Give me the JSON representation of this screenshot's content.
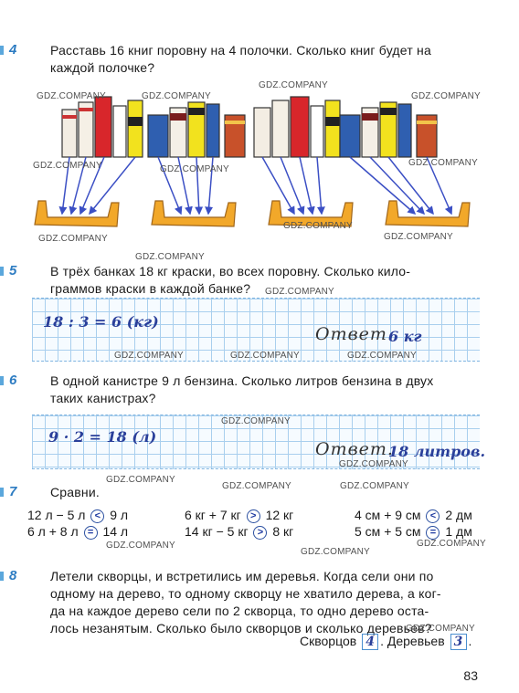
{
  "watermark": "GDZ.COMPANY",
  "tasks": [
    {
      "number": "4",
      "line1": "Расставь  16  книг  поровну  на  4  полочки.  Сколько  книг  будет  на",
      "line2": "каждой  полочке?"
    },
    {
      "number": "5",
      "line1": "В  трёх  банках  18  кг  краски,  во  всех  поровну.  Сколько  кило-",
      "line2": "граммов  краски  в  каждой  банке?",
      "solution": "18 : 3 = 6 (кг)",
      "answer_label": "Ответ.",
      "answer_value": "6 кг"
    },
    {
      "number": "6",
      "line1": "В  одной  канистре  9  л  бензина.  Сколько  литров  бензина  в  двух",
      "line2": "таких  канистрах?",
      "solution": "9  · 2 = 18 (л)",
      "answer_label": "Ответ.",
      "answer_value": "18 литров."
    },
    {
      "number": "7",
      "line1": "Сравни."
    },
    {
      "number": "8",
      "line1": "Летели  скворцы,  и  встретились  им  деревья.  Когда  сели  они  по",
      "line2": "одному  на  дерево,  то  одному  скворцу  не  хватило  дерева,  а  ког-",
      "line3": "да  на  каждое  дерево  сели  по  2  скворца,  то  одно  дерево  оста-",
      "line4": "лось  незанятым.  Сколько  было  скворцов  и  сколько  деревьев?",
      "starlings_label": "Скворцов",
      "starlings_value": "4",
      "separator": ".",
      "trees_label": "Деревьев",
      "trees_value": "3",
      "end": "."
    }
  ],
  "comparisons": [
    {
      "left": "12 л − 5 л",
      "sign": "<",
      "right": "9 л"
    },
    {
      "left": "6 кг + 7 кг",
      "sign": ">",
      "right": "12 кг"
    },
    {
      "left": "4 см + 9 см",
      "sign": "<",
      "right": "2 дм"
    },
    {
      "left": "6 л + 8 л",
      "sign": "=",
      "right": "14 л"
    },
    {
      "left": "14 кг − 5 кг",
      "sign": ">",
      "right": "8 кг"
    },
    {
      "left": "5 см + 5 см",
      "sign": "=",
      "right": "1 дм"
    }
  ],
  "page_number": "83",
  "colors": {
    "accent": "#2d7cc2",
    "handwriting": "#2a3f9a",
    "shelf": "#f2a82a",
    "arrow": "#3b4fc4"
  }
}
